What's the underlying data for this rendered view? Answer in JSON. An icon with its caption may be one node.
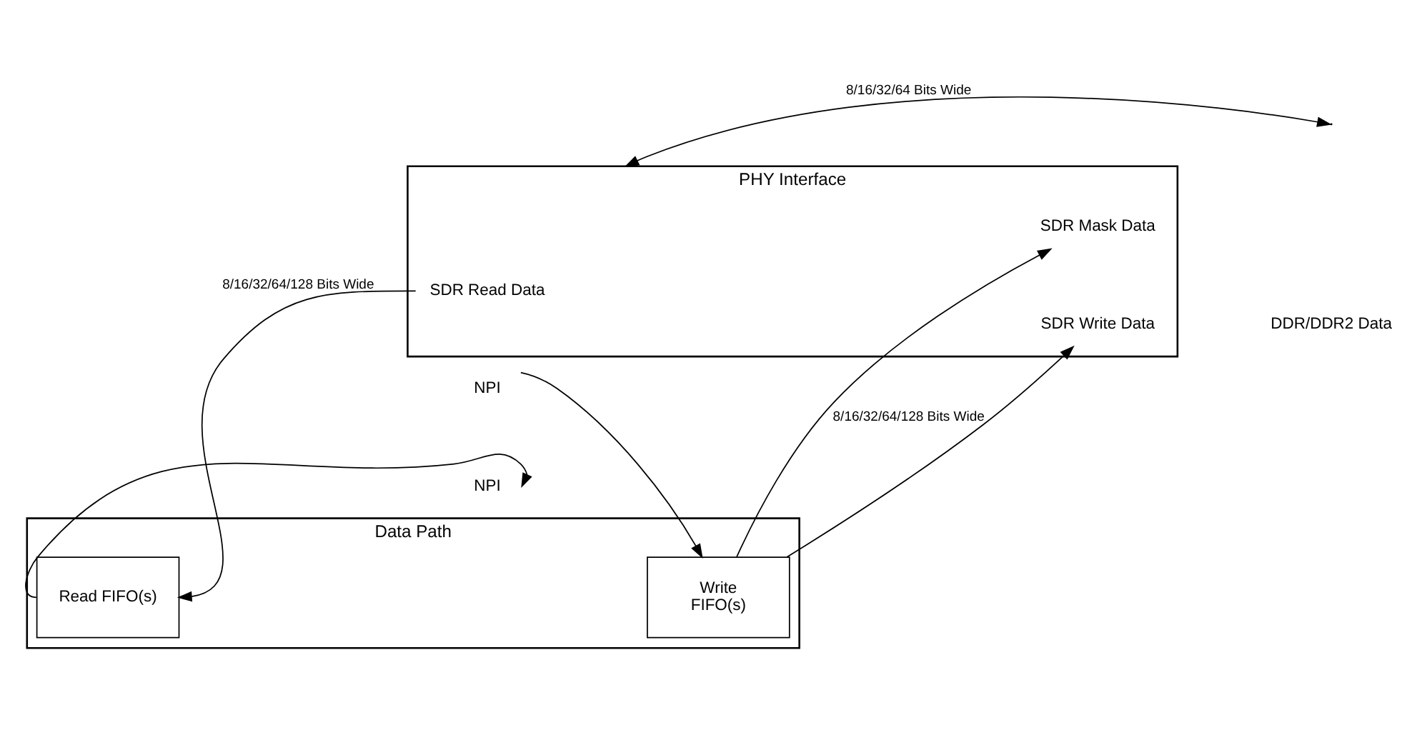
{
  "diagram": {
    "nodes": [
      {
        "text": [
          "Data Path"
        ]
      },
      {
        "text": [
          "Read FIFO(s)"
        ],
        "in": 0
      },
      {
        "text": [
          "Write",
          "FIFO(s)"
        ],
        "in": 0
      },
      {
        "text": [
          "PHY Interface"
        ]
      },
      {
        "text": [
          "SDR Read Data"
        ],
        "in": 3
      },
      {
        "text": [
          "SDR Write Data"
        ],
        "in": 3
      },
      {
        "text": [
          "SDR Mask Data"
        ],
        "in": 3
      },
      {
        "text": [
          "NPI"
        ]
      },
      {
        "text": [
          "NPI"
        ]
      }
    ],
    "edges": [
      {
        "from": 4,
        "to": 1,
        "arrow": "to",
        "label": "8/16/32/64/128 Bits Wide"
      },
      {
        "from": 1,
        "to": 7,
        "arrow": "to"
      },
      {
        "from": 8,
        "to": 2,
        "arrow": "to"
      },
      {
        "from": 2,
        "to": 5,
        "arrow": "to",
        "label": "8/16/32/64/128 Bits Wide"
      },
      {
        "from": 2,
        "to": 6,
        "arrow": "to"
      },
      {
        "from": 3,
        "to": null,
        "arrow": "both",
        "label": "8/16/32/64 Bits Wide"
      }
    ],
    "labels": [
      "DDR/DDR2 Data"
    ]
  }
}
